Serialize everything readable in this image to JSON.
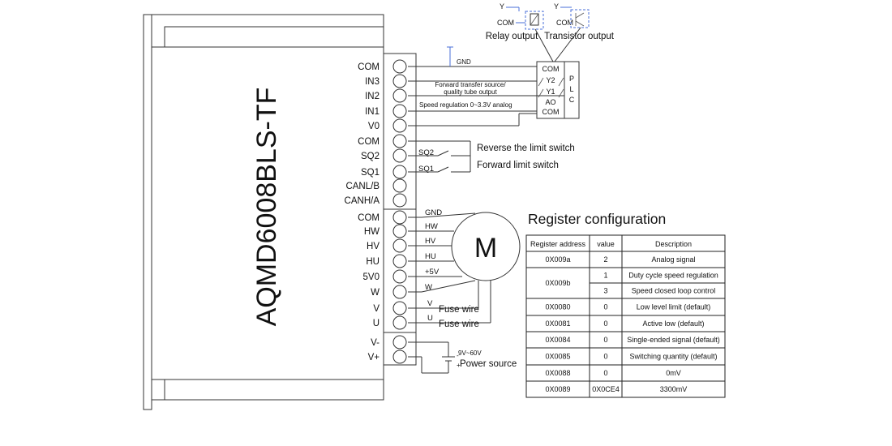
{
  "model": "AQMD6008BLS-TF",
  "terminals": [
    "COM",
    "IN3",
    "IN2",
    "IN1",
    "V0",
    "COM",
    "SQ2",
    "SQ1",
    "CANL/B",
    "CANH/A",
    "COM",
    "HW",
    "HV",
    "HU",
    "5V0",
    "W",
    "V",
    "U",
    "V-",
    "V+"
  ],
  "signal_wiring": {
    "gnd": "GND",
    "forward_transfer": "Forward transfer source/",
    "quality_tube": "quality tube output",
    "speed_regulation": "Speed regulation 0~3.3V analog"
  },
  "plc": {
    "label_p": "P",
    "label_l": "L",
    "label_c": "C",
    "pins": [
      "COM",
      "Y2",
      "Y1",
      "AO",
      "COM"
    ]
  },
  "output_types": {
    "y_left": "Y",
    "com_left": "COM",
    "y_right": "Y",
    "com_right": "COM",
    "relay": "Relay output",
    "transistor": "Transistor output"
  },
  "limit_switches": {
    "sq2": "SQ2",
    "sq1": "SQ1",
    "reverse": "Reverse the limit switch",
    "forward": "Forward limit switch"
  },
  "motor": {
    "symbol": "M",
    "wires": [
      "GND",
      "HW",
      "HV",
      "HU",
      "+5V",
      "W",
      "V",
      "U"
    ],
    "fuse": "Fuse wire"
  },
  "power": {
    "range": "9V~60V",
    "label": "Power source",
    "minus": "-",
    "plus": "+"
  },
  "register_table": {
    "title": "Register configuration",
    "headers": [
      "Register address",
      "value",
      "Description"
    ],
    "rows": [
      {
        "address": "0X009a",
        "value": "2",
        "description": "Analog signal"
      },
      {
        "address": "0X009b",
        "value": "1",
        "description": "Duty cycle speed regulation"
      },
      {
        "address": "",
        "value": "3",
        "description": "Speed closed loop control"
      },
      {
        "address": "0X0080",
        "value": "0",
        "description": "Low level limit (default)"
      },
      {
        "address": "0X0081",
        "value": "0",
        "description": "Active low (default)"
      },
      {
        "address": "0X0084",
        "value": "0",
        "description": "Single-ended signal (default)"
      },
      {
        "address": "0X0085",
        "value": "0",
        "description": "Switching quantity (default)"
      },
      {
        "address": "0X0088",
        "value": "0",
        "description": "0mV"
      },
      {
        "address": "0X0089",
        "value": "0X0CE4",
        "description": "3300mV"
      }
    ]
  }
}
